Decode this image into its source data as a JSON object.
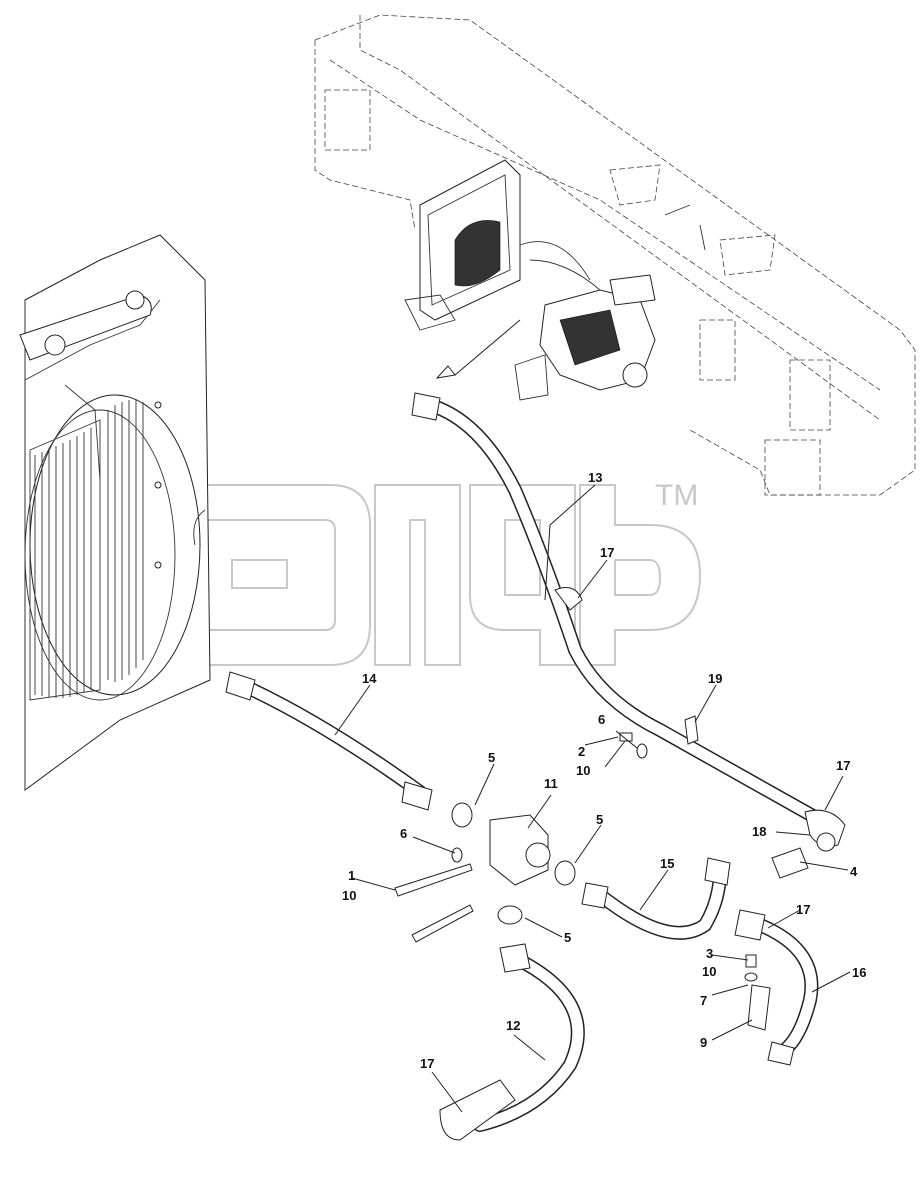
{
  "callouts": [
    {
      "id": "c13",
      "text": "13"
    },
    {
      "id": "c17a",
      "text": "17"
    },
    {
      "id": "c14",
      "text": "14"
    },
    {
      "id": "c19",
      "text": "19"
    },
    {
      "id": "c6a",
      "text": "6"
    },
    {
      "id": "c2",
      "text": "2"
    },
    {
      "id": "c10a",
      "text": "10"
    },
    {
      "id": "c5a",
      "text": "5"
    },
    {
      "id": "c11",
      "text": "11"
    },
    {
      "id": "c17b",
      "text": "17"
    },
    {
      "id": "c18",
      "text": "18"
    },
    {
      "id": "c5b",
      "text": "5"
    },
    {
      "id": "c6b",
      "text": "6"
    },
    {
      "id": "c15",
      "text": "15"
    },
    {
      "id": "c4",
      "text": "4"
    },
    {
      "id": "c1",
      "text": "1"
    },
    {
      "id": "c10b",
      "text": "10"
    },
    {
      "id": "c17c",
      "text": "17"
    },
    {
      "id": "c5c",
      "text": "5"
    },
    {
      "id": "c3",
      "text": "3"
    },
    {
      "id": "c16",
      "text": "16"
    },
    {
      "id": "c10c",
      "text": "10"
    },
    {
      "id": "c7",
      "text": "7"
    },
    {
      "id": "c12",
      "text": "12"
    },
    {
      "id": "c9",
      "text": "9"
    },
    {
      "id": "c17d",
      "text": "17"
    }
  ],
  "watermark": {
    "trademark": "TM"
  }
}
